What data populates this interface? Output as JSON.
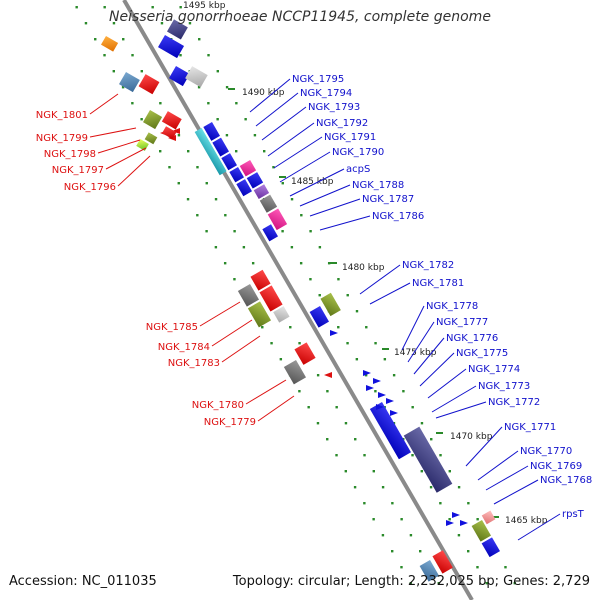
{
  "title": "Neisseria gonorrhoeae NCCP11945, complete genome",
  "footer": {
    "accession_label": "Accession: NC_011035",
    "summary_label": "Topology: circular; Length: 2,232,025 bp; Genes: 2,729"
  },
  "colors": {
    "backbone": "#888888",
    "tick": "#2a8a2a",
    "label_left": "#dd1111",
    "label_right": "#1111cc"
  },
  "scale_labels": [
    "1495 kbp",
    "1490 kbp",
    "1485 kbp",
    "1480 kbp",
    "1475 kbp",
    "1470 kbp",
    "1465 kbp"
  ],
  "labels_right": [
    "NGK_1795",
    "NGK_1794",
    "NGK_1793",
    "NGK_1792",
    "NGK_1791",
    "NGK_1790",
    "acpS",
    "NGK_1788",
    "NGK_1787",
    "NGK_1786",
    "NGK_1782",
    "NGK_1781",
    "NGK_1778",
    "NGK_1777",
    "NGK_1776",
    "NGK_1775",
    "NGK_1774",
    "NGK_1773",
    "NGK_1772",
    "NGK_1771",
    "NGK_1770",
    "NGK_1769",
    "NGK_1768",
    "rpsT"
  ],
  "labels_left": [
    "NGK_1801",
    "NGK_1799",
    "NGK_1798",
    "NGK_1797",
    "NGK_1796",
    "NGK_1785",
    "NGK_1784",
    "NGK_1783",
    "NGK_1780",
    "NGK_1779"
  ]
}
